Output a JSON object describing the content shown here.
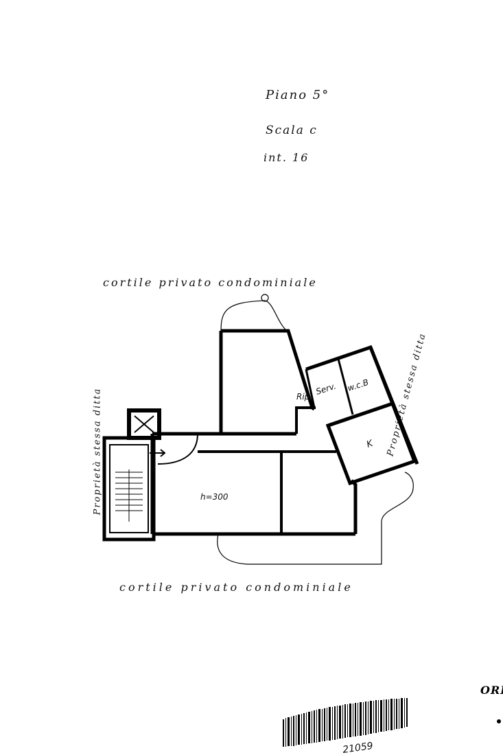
{
  "header": {
    "floor": "Piano 5°",
    "stair": "Scala c",
    "unit": "int. 16"
  },
  "labels": {
    "courtyard_top": "cortile privato condominiale",
    "courtyard_bottom": "cortile privato condominiale",
    "property_left": "Proprietà stessa ditta",
    "property_right": "Proprietà stessa ditta",
    "storage": "Rip.",
    "service": "Serv.",
    "wc": "w.c.B",
    "kitchen": "K",
    "height": "h=300",
    "stamp_fragment": "ORI"
  },
  "barcode_number": "21059"
}
